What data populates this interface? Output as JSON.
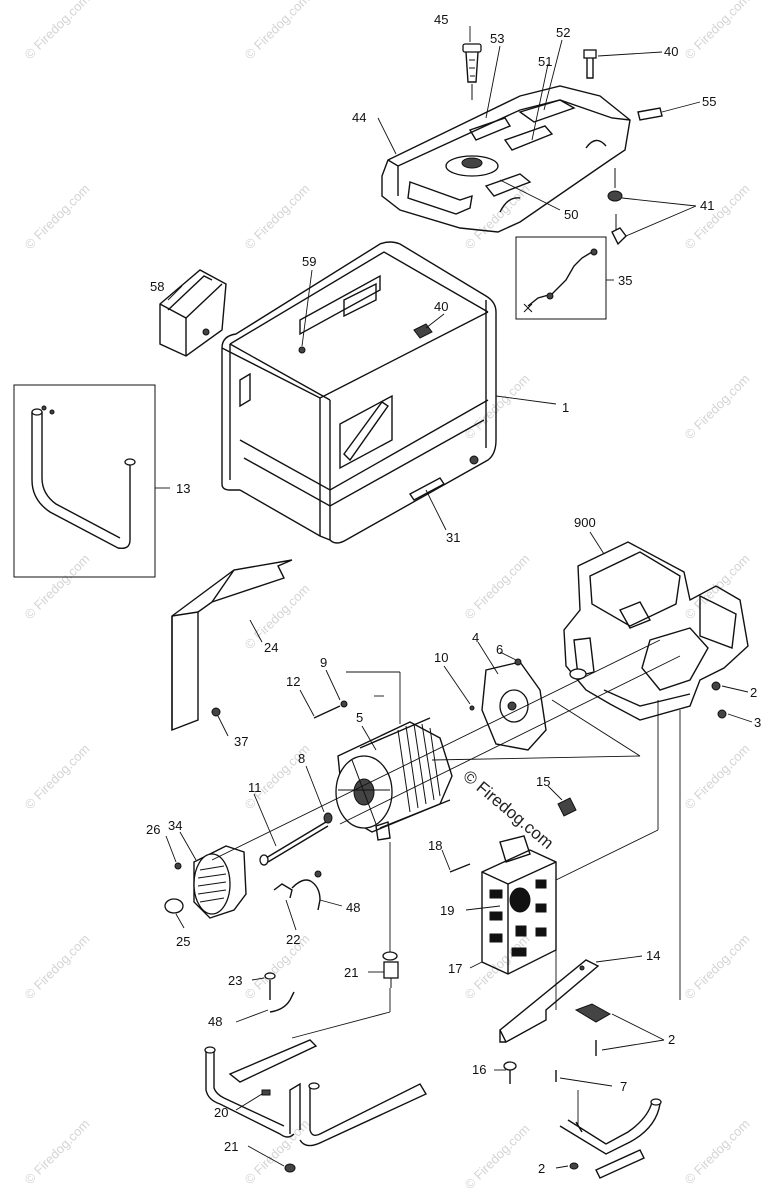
{
  "watermarks": [
    "© Firedog.com",
    "© Firedog.com",
    "© Firedog.com",
    "© Firedog.com",
    "© Firedog.com",
    "© Firedog.com",
    "© Firedog.com",
    "© Firedog.com",
    "© Firedog.com",
    "© Firedog.com",
    "© Firedog.com",
    "© Firedog.com",
    "© Firedog.com",
    "© Firedog.com",
    "© Firedog.com",
    "© Firedog.com",
    "© Firedog.com",
    "© Firedog.com",
    "© Firedog.com",
    "© Firedog.com",
    "© Firedog.com",
    "© Firedog.com",
    "© Firedog.com",
    "© Firedog.com"
  ],
  "center_watermark": "© Firedog.com",
  "callouts": [
    "45",
    "53",
    "52",
    "40",
    "51",
    "55",
    "44",
    "50",
    "41",
    "59",
    "58",
    "40",
    "35",
    "1",
    "13",
    "31",
    "900",
    "24",
    "10",
    "6",
    "4",
    "9",
    "12",
    "2",
    "5",
    "3",
    "37",
    "8",
    "11",
    "15",
    "34",
    "26",
    "18",
    "19",
    "48",
    "25",
    "22",
    "21",
    "17",
    "14",
    "23",
    "48",
    "2",
    "16",
    "7",
    "20",
    "21",
    "2"
  ]
}
